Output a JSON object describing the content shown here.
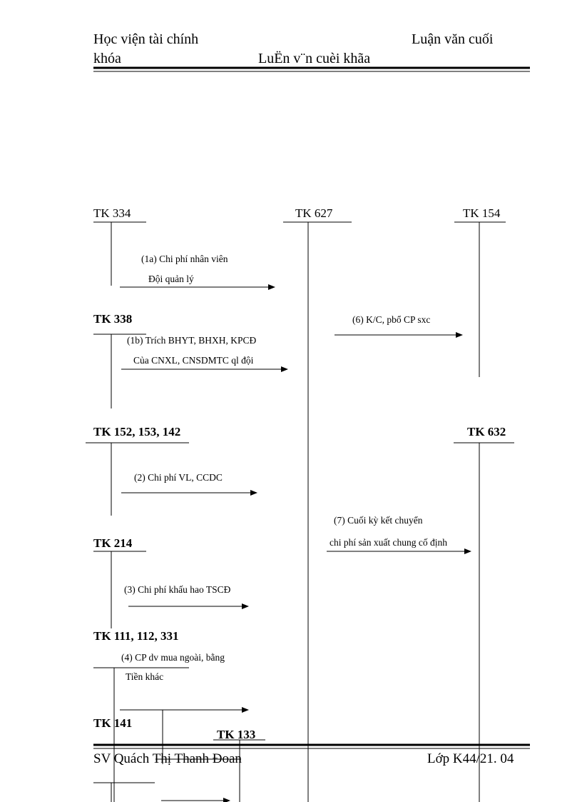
{
  "header": {
    "left_line1": "Học viện tài chính",
    "left_line2": "khóa",
    "right_line1": "Luận văn cuối",
    "center_line2": "LuËn v¨n cuèi khãa"
  },
  "footer": {
    "left": "SV Quách Thị Thanh Đoan",
    "right": "Lớp K44/21. 04"
  },
  "accounts": {
    "tk334": "TK 334",
    "tk627": "TK 627",
    "tk154": "TK 154",
    "tk338": "TK 338",
    "tk152": "TK 152, 153, 142",
    "tk632": "TK 632",
    "tk214": "TK 214",
    "tk111": "TK 111, 112, 331",
    "tk141": "TK 141",
    "tk133": "TK 133"
  },
  "entries": {
    "e1a_l1": "(1a) Chi phí nhân viên",
    "e1a_l2": "Đội quản lý",
    "e1b_l1": "(1b) Trích BHYT, BHXH, KPCĐ",
    "e1b_l2": "Của CNXL, CNSDMTC ql đội",
    "e2": "(2) Chi phí VL, CCDC",
    "e3": "(3) Chi phí khấu hao TSCĐ",
    "e4_l1": "(4) CP dv mua ngoài, bằng",
    "e4_l2": "Tiền khác",
    "e6": "(6) K/C, pbổ CP sxc",
    "e7_l1": "(7) Cuối kỳ kết chuyển",
    "e7_l2": "chi phí sản xuất chung cố định"
  }
}
